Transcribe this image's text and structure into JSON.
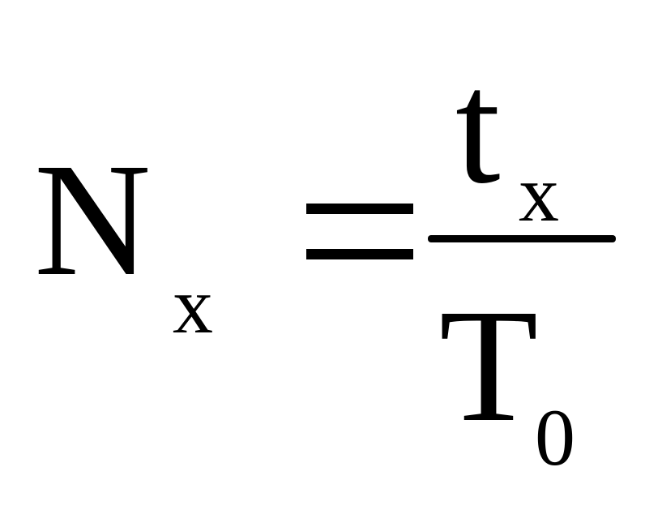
{
  "formula": {
    "lhs": {
      "base": "N",
      "subscript": "x"
    },
    "operator": "=",
    "rhs": {
      "numerator": {
        "base": "t",
        "subscript": "x"
      },
      "denominator": {
        "base": "T",
        "subscript": "0"
      }
    }
  }
}
